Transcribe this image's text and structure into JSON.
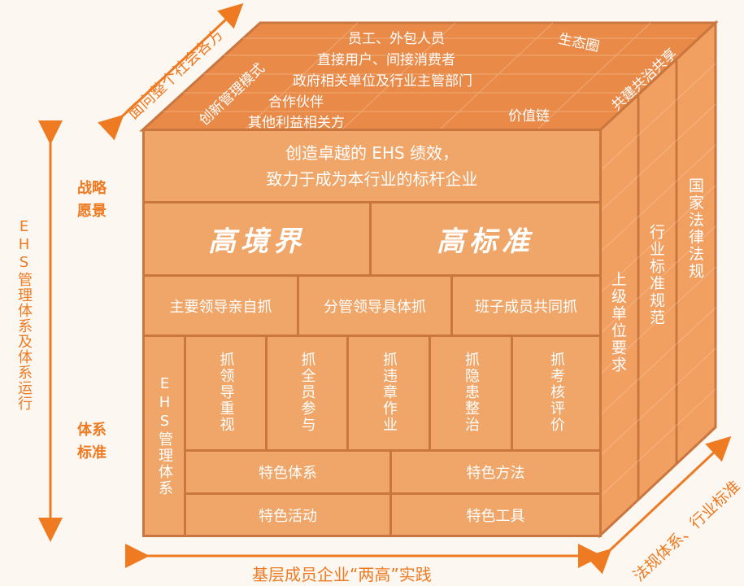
{
  "outer": {
    "left_vertical": "EHS管理体系及体系运行",
    "top_left_diag": "面向整个社会各方",
    "bottom_right_diag": "法规体系、行业标准",
    "bottom": "基层成员企业“两高”实践",
    "strategy_label": "战略愿景",
    "system_label": "体系标准"
  },
  "top_face": {
    "rows": [
      "员工、外包人员",
      "直接用户、间接消费者",
      "政府相关单位及行业主管部门",
      "合作伙伴",
      "其他利益相关方"
    ],
    "left_tag": "创新管理模式",
    "right_tag1": "生态圈",
    "right_tag2": "共建共治共享",
    "right_tag3": "价值链"
  },
  "front": {
    "vision_line1": "创造卓越的 EHS 绩效，",
    "vision_line2": "致力于成为本行业的标杆企业",
    "high_left": "高境界",
    "high_right": "高标准",
    "leaders": [
      "主要领导亲自抓",
      "分管领导具体抓",
      "班子成员共同抓"
    ],
    "ehs_column": "EHS管理体系",
    "grab_columns": [
      "抓领导重视",
      "抓全员参与",
      "抓违章作业",
      "抓隐患整治",
      "抓考核评价"
    ],
    "bottom_cells": [
      "特色体系",
      "特色方法",
      "特色活动",
      "特色工具"
    ]
  },
  "right_face": {
    "columns": [
      "上级单位要求",
      "行业标准规范",
      "国家法律法规"
    ]
  },
  "colors": {
    "accent": "#ee7a22",
    "front_fill": "#f0a668",
    "border": "#c9773f",
    "top_fill": "#e98a48",
    "right_fill": "#f2a062"
  }
}
